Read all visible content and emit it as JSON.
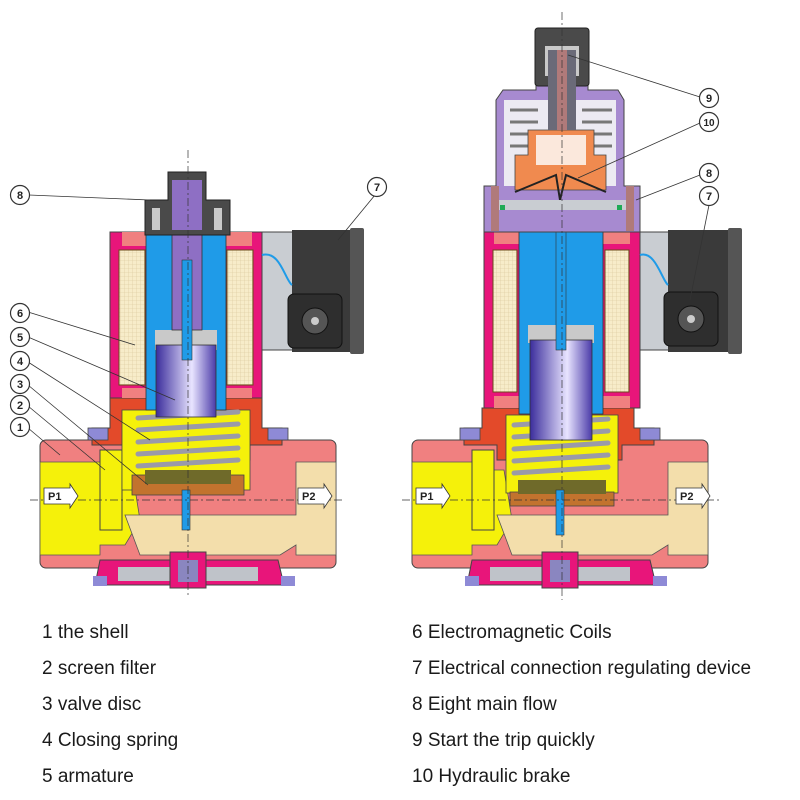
{
  "diagram": {
    "title": "Solenoid gas valve cross-section",
    "left_view": {
      "callouts": [
        "1",
        "2",
        "3",
        "4",
        "5",
        "6",
        "7",
        "8"
      ],
      "inlet_label": "P1",
      "outlet_label": "P2"
    },
    "right_view": {
      "callouts": [
        "7",
        "8",
        "9",
        "10"
      ],
      "inlet_label": "P1",
      "outlet_label": "P2"
    },
    "colors": {
      "shell": "#f08080",
      "inlet_chamber": "#f5f10a",
      "outlet_chamber": "#f3deab",
      "coil_housing": "#e8157a",
      "coil_fill": "#f7ecc9",
      "core_tube": "#1f9be8",
      "armature": "#6f60c9",
      "stem": "#8e6fc4",
      "spring": "#9a9aa8",
      "bonnet": "#e34a2a",
      "cap": "#4a4a4a",
      "connector": "#3a3a3a",
      "disc": "#c2732e",
      "upper_housing": "#a78ad0",
      "brake": "#f08a4f"
    }
  },
  "legend": {
    "left": [
      "1 the shell",
      "2 screen filter",
      "3 valve disc",
      "4 Closing spring",
      "5 armature"
    ],
    "right": [
      "6 Electromagnetic Coils",
      "7 Electrical connection regulating device",
      "8 Eight main flow",
      "9 Start the trip quickly",
      "10 Hydraulic brake"
    ]
  }
}
